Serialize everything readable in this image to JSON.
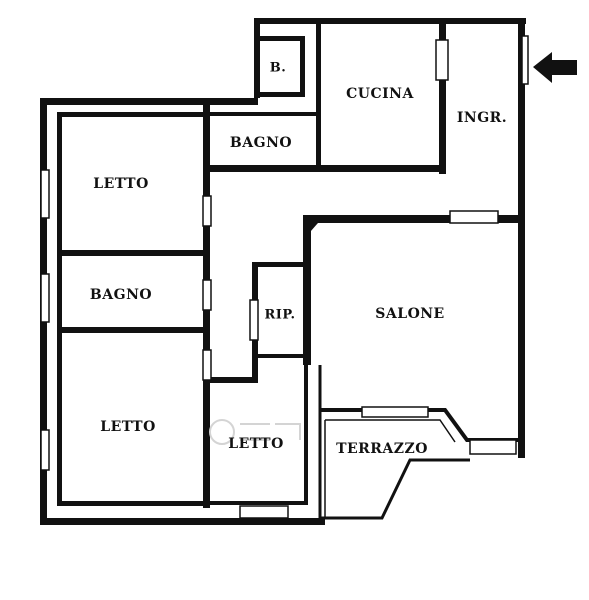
{
  "plan": {
    "rooms": [
      {
        "id": "b",
        "label": "B."
      },
      {
        "id": "cucina",
        "label": "CUCINA"
      },
      {
        "id": "ingr",
        "label": "INGR."
      },
      {
        "id": "bagno-top",
        "label": "BAGNO"
      },
      {
        "id": "letto-top",
        "label": "LETTO"
      },
      {
        "id": "bagno-mid",
        "label": "BAGNO"
      },
      {
        "id": "rip",
        "label": "RIP."
      },
      {
        "id": "salone",
        "label": "SALONE"
      },
      {
        "id": "letto-bottom-left",
        "label": "LETTO"
      },
      {
        "id": "letto-bottom-center",
        "label": "LETTO"
      },
      {
        "id": "terrazzo",
        "label": "TERRAZZO"
      }
    ],
    "entrance_arrow": "arrow-left-icon"
  }
}
